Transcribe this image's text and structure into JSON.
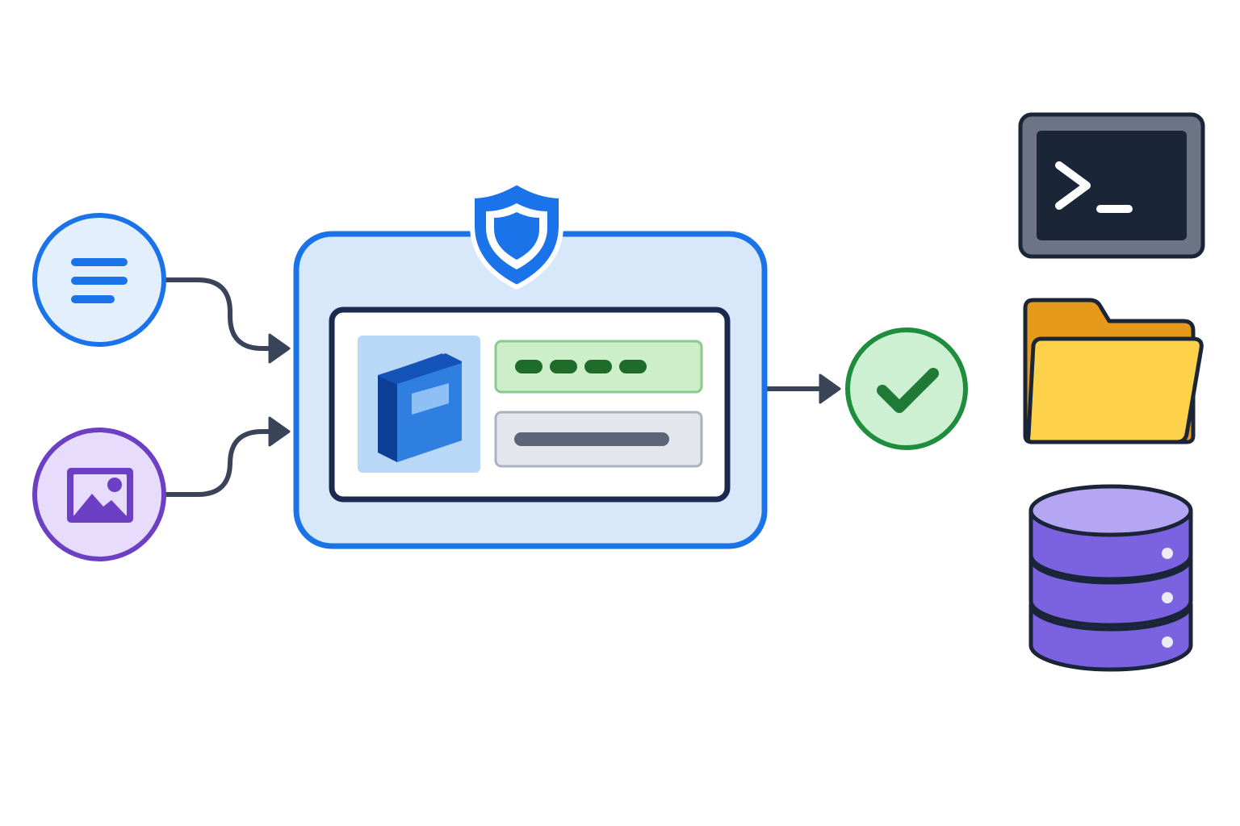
{
  "diagram": {
    "inputs": [
      {
        "id": "text-input",
        "icon": "text-lines-icon",
        "color": "#1a73e8",
        "fill": "#e3effd"
      },
      {
        "id": "image-input",
        "icon": "image-icon",
        "color": "#6d3fc4",
        "fill": "#e7dcfb"
      }
    ],
    "processor": {
      "icon": "shield-icon",
      "border_color": "#1a73e8",
      "fill": "#d7e8fb",
      "inner_icon": "book-icon",
      "fields": [
        {
          "kind": "masked-field",
          "dots": 4,
          "color": "#2e7d32",
          "fill": "#ccefc9"
        },
        {
          "kind": "text-field",
          "color": "#5c6478",
          "fill": "#e3e6ec"
        }
      ]
    },
    "result": {
      "icon": "check-icon",
      "color": "#1e8e3e",
      "fill": "#cdf0d2"
    },
    "outputs": [
      {
        "id": "terminal",
        "icon": "terminal-icon",
        "color": "#1b2538"
      },
      {
        "id": "folder",
        "icon": "folder-icon",
        "color": "#f2b233"
      },
      {
        "id": "database",
        "icon": "database-icon",
        "color": "#7b62e0"
      }
    ],
    "connector_color": "#3a4458"
  }
}
